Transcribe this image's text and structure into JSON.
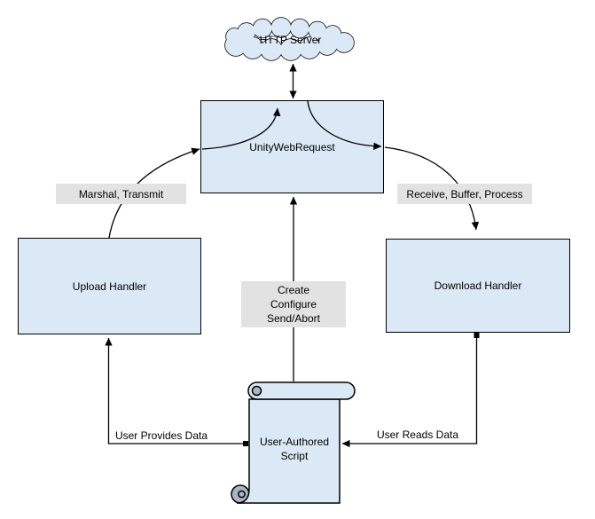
{
  "colors": {
    "canvas_bg": "#ffffff",
    "node_fill": "#dbe8f6",
    "node_stroke": "#000000",
    "edge_label_bg": "#e2e2e2",
    "edge_stroke": "#000000",
    "scroll_curl_fill": "#a9b5c2",
    "text": "#000000"
  },
  "nodes": {
    "http_server": {
      "label": "HTTP Server",
      "shape": "cloud"
    },
    "unity_web_request": {
      "label": "UnityWebRequest",
      "shape": "rectangle"
    },
    "upload_handler": {
      "label": "Upload Handler",
      "shape": "rectangle"
    },
    "download_handler": {
      "label": "Download Handler",
      "shape": "rectangle"
    },
    "user_authored_script": {
      "label": "User-Authored\nScript",
      "shape": "scroll"
    }
  },
  "edge_labels": {
    "marshal_transmit": {
      "text": "Marshal, Transmit",
      "has_background": true
    },
    "receive_buffer_process": {
      "text": "Receive, Buffer, Process",
      "has_background": true
    },
    "create_configure_send_abort": {
      "text": "Create\nConfigure\nSend/Abort",
      "has_background": true
    },
    "user_provides_data": {
      "text": "User Provides Data",
      "has_background": false
    },
    "user_reads_data": {
      "text": "User Reads Data",
      "has_background": false
    }
  },
  "edges": [
    {
      "from": "unity_web_request",
      "to": "http_server",
      "bidirectional": true,
      "label_key": null
    },
    {
      "from": "upload_handler",
      "to": "unity_web_request",
      "bidirectional": false,
      "label_key": "marshal_transmit"
    },
    {
      "from": "unity_web_request",
      "to": "download_handler",
      "bidirectional": false,
      "label_key": "receive_buffer_process"
    },
    {
      "from": "user_authored_script",
      "to": "unity_web_request",
      "bidirectional": false,
      "label_key": "create_configure_send_abort"
    },
    {
      "from": "user_authored_script",
      "to": "upload_handler",
      "bidirectional": false,
      "label_key": "user_provides_data"
    },
    {
      "from": "download_handler",
      "to": "user_authored_script",
      "bidirectional": false,
      "label_key": "user_reads_data"
    }
  ]
}
